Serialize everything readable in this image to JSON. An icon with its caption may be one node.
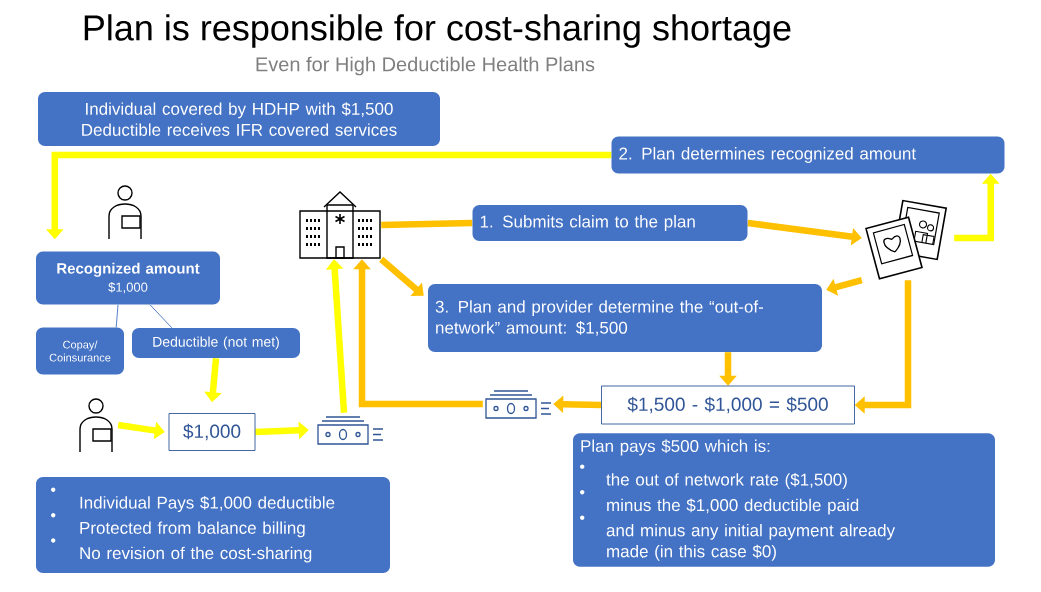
{
  "diagram": {
    "title": "Plan is responsible for cost-sharing shortage",
    "nodes": [
      {
        "text": [
          "Individual covered by HDHP with $1,500 Deductible receives IFR covered services"
        ]
      },
      {
        "text": [
          "2. Plan determines recognized amount"
        ]
      },
      {
        "text": [],
        "shape": "person"
      },
      {
        "text": [
          "Recognized amount",
          "$1,000"
        ]
      },
      {
        "text": [
          "Copay/ Coinsurance"
        ]
      },
      {
        "text": [
          "Deductible (not met)"
        ]
      },
      {
        "text": [],
        "shape": "person"
      },
      {
        "text": [
          "$1,000"
        ]
      },
      {
        "text": [],
        "shape": "money"
      },
      {
        "text": [
          "Individual Pays $1,000 deductible",
          "Protected from balance billing",
          "No revision of the cost-sharing"
        ]
      },
      {
        "text": [],
        "shape": "building"
      },
      {
        "text": [
          "1. Submits claim to the plan"
        ]
      },
      {
        "text": [],
        "shape": "picture"
      },
      {
        "text": [
          "3. Plan and provider determine the “out-of-network” amount: $1,500"
        ]
      },
      {
        "text": [],
        "shape": "money"
      },
      {
        "text": [
          "$1,500 - $1,000 = $500"
        ]
      },
      {
        "text": [
          "Plan pays $500 which is:",
          "the out of network rate ($1,500)",
          "minus the $1,000 deductible paid",
          "and minus any initial payment already made (in this case $0)"
        ]
      }
    ],
    "edges": [
      {
        "from": 1,
        "to": 3,
        "arrow": "to",
        "color": "#ffff00"
      },
      {
        "from": 12,
        "to": 1,
        "arrow": "to",
        "color": "#ffff00"
      },
      {
        "from": 3,
        "to": 4,
        "arrow": "none",
        "color": "#4472c4"
      },
      {
        "from": 3,
        "to": 5,
        "arrow": "none",
        "color": "#4472c4"
      },
      {
        "from": 5,
        "to": 7,
        "arrow": "to",
        "color": "#ffff00"
      },
      {
        "from": 6,
        "to": 7,
        "arrow": "to",
        "color": "#ffff00"
      },
      {
        "from": 7,
        "to": 8,
        "arrow": "to",
        "color": "#ffff00"
      },
      {
        "from": 8,
        "to": 10,
        "arrow": "to",
        "color": "#ffff00"
      },
      {
        "from": 14,
        "to": 10,
        "arrow": "to"
      },
      {
        "from": 10,
        "to": 11,
        "arrow": "none"
      },
      {
        "from": 11,
        "to": 12,
        "arrow": "to"
      },
      {
        "from": 10,
        "to": 13,
        "arrow": "to"
      },
      {
        "from": 12,
        "to": 13,
        "arrow": "to"
      },
      {
        "from": 13,
        "to": 15,
        "arrow": "to"
      },
      {
        "from": 12,
        "to": 15,
        "arrow": "to"
      },
      {
        "from": 15,
        "to": 14,
        "arrow": "to"
      }
    ],
    "labels": [
      "Even for High Deductible Health Plans"
    ]
  }
}
